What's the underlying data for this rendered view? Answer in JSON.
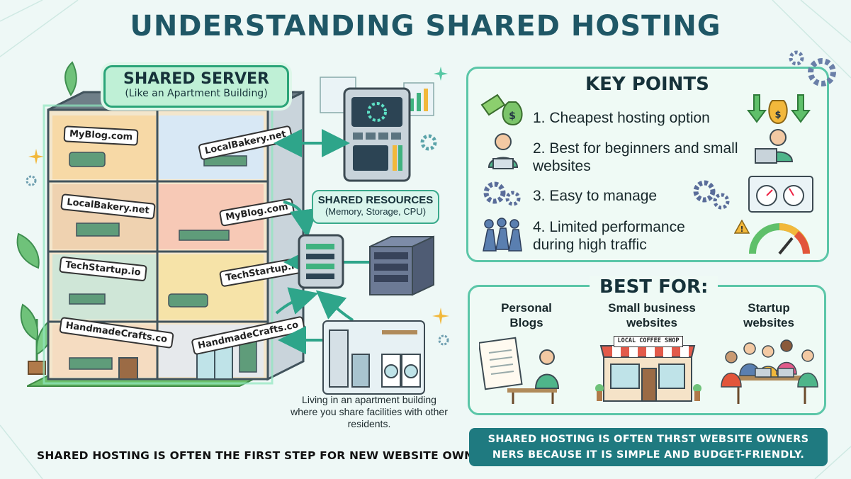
{
  "title": "UNDERSTANDING SHARED HOSTING",
  "server": {
    "heading": "SHARED SERVER",
    "subheading": "(Like an Apartment Building)"
  },
  "building_signs": [
    "MyBlog.com",
    "LocalBakery.net",
    "LocalBakery.net",
    "MyBlog.com",
    "TechStartup.io",
    "TechStartup.io",
    "HandmadeCrafts.co",
    "HandmadeCrafts.co"
  ],
  "resources": {
    "heading": "SHARED RESOURCES",
    "detail": "(Memory, Storage, CPU)"
  },
  "analogy_caption": "Living in an apartment building where you share facilities with other residents.",
  "key_points": {
    "heading": "KEY POINTS",
    "items": [
      "1.  Cheapest hosting option",
      "2. Best for beginners and small websites",
      "3. Easy to manage",
      "4. Limited performance during high traffic"
    ]
  },
  "best_for": {
    "heading": "BEST FOR:",
    "items": [
      "Personal Blogs",
      "Small business websites",
      "Startup websites"
    ],
    "shop_sign": "LOCAL COFFEE SHOP"
  },
  "footer_left": "SHARED HOSTING IS OFTEN THE FIRST STEP FOR NEW WEBSITE OWNERS BECAUSE IT IS SIMPLE AND BUDGET-FRIENDLY.",
  "footer_box": {
    "line1": "SHARED HOSTING IS OFTEN THRST WEBSITE OWNERS",
    "line2": "NERS BECAUSE IT IS SIMPLE AND BUDGET-FRIENDLY."
  },
  "colors": {
    "title": "#1f5766",
    "accent": "#2aa478",
    "panel_border": "#5bc6a8",
    "footer_box": "#1f7a80"
  }
}
